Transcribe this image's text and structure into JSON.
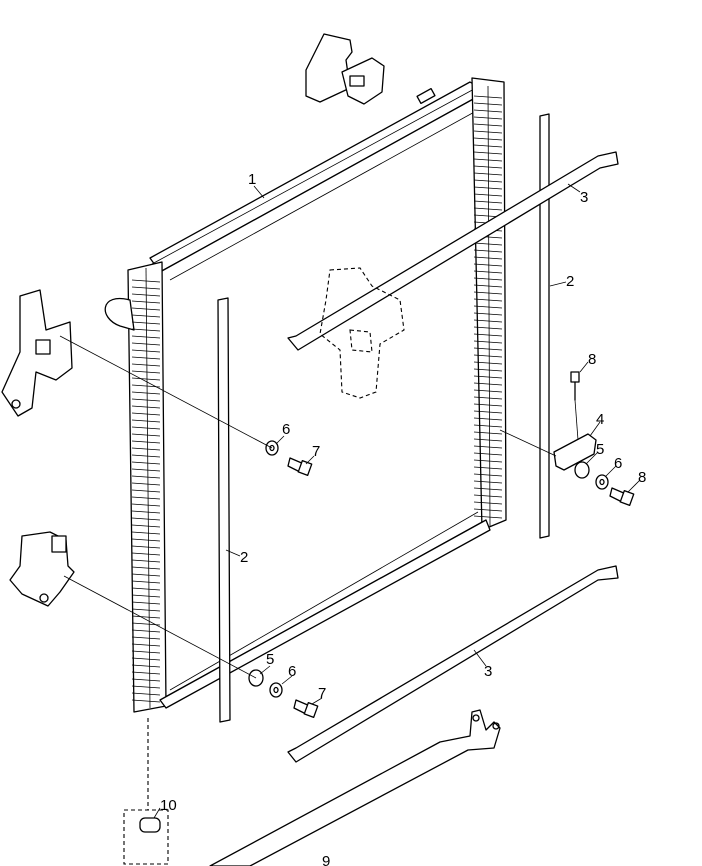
{
  "callouts": [
    {
      "id": "c1",
      "text": "1"
    },
    {
      "id": "c2a",
      "text": "2"
    },
    {
      "id": "c2b",
      "text": "2"
    },
    {
      "id": "c3a",
      "text": "3"
    },
    {
      "id": "c3b",
      "text": "3"
    },
    {
      "id": "c4",
      "text": "4"
    },
    {
      "id": "c5a",
      "text": "5"
    },
    {
      "id": "c5b",
      "text": "5"
    },
    {
      "id": "c6a",
      "text": "6"
    },
    {
      "id": "c6b",
      "text": "6"
    },
    {
      "id": "c6c",
      "text": "6"
    },
    {
      "id": "c7a",
      "text": "7"
    },
    {
      "id": "c7b",
      "text": "7"
    },
    {
      "id": "c8a",
      "text": "8"
    },
    {
      "id": "c8b",
      "text": "8"
    },
    {
      "id": "c9",
      "text": "9"
    },
    {
      "id": "c10",
      "text": "10"
    }
  ]
}
